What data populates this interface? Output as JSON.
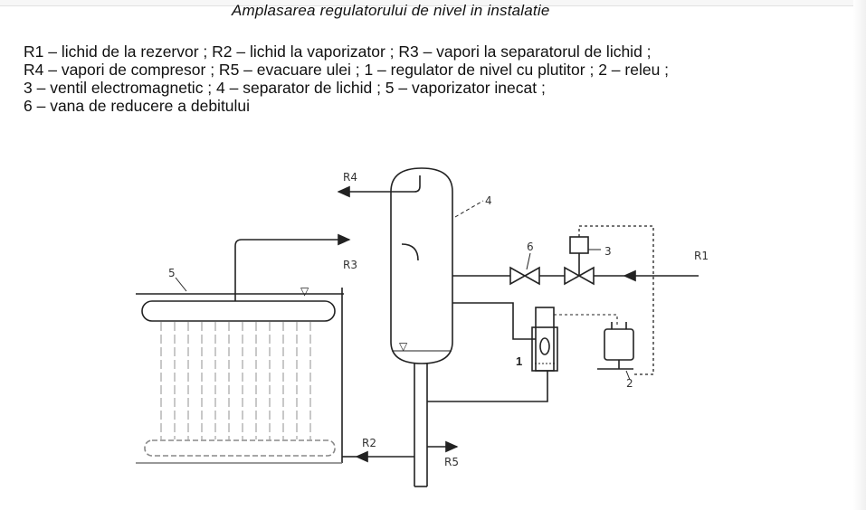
{
  "title": "Amplasarea regulatorului  de nivel in instalatie",
  "legend": {
    "lines": [
      "R1 – lichid de la rezervor ;  R2 – lichid  la  vaporizator ; R3 – vapori la separatorul de lichid ;",
      "R4 – vapori de compresor ; R5 – evacuare ulei ; 1 – regulator de nivel cu plutitor ; 2 – releu ;",
      "3 – ventil electromagnetic ; 4 – separator  de lichid ; 5 – vaporizator  inecat ;",
      "6 – vana de reducere a  debitului"
    ]
  },
  "diagram": {
    "labels": {
      "r4": "R4",
      "r3": "R3",
      "r1": "R1",
      "r2": "R2",
      "r5": "R5",
      "n1": "1",
      "n2": "2",
      "n3": "3",
      "n4": "4",
      "n5": "5",
      "n6": "6"
    },
    "symbols": {
      "level_marker": "▽"
    }
  }
}
